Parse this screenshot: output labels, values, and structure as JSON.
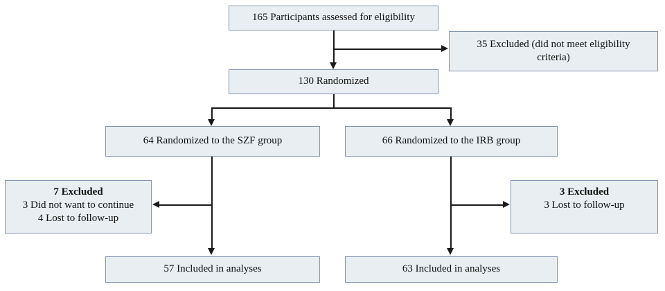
{
  "diagram": {
    "title": "CONSORT participant flow diagram",
    "colors": {
      "node_fill": "#e8eef2",
      "node_border": "#8494ae",
      "connector": "#1a1a1a",
      "text": "#101010",
      "background": "#ffffff"
    },
    "nodes": {
      "assessed": {
        "lines": [
          "165 Participants assessed for eligibility"
        ]
      },
      "excluded_screening": {
        "lines": [
          "35 Excluded (did not meet eligibility",
          "criteria)"
        ]
      },
      "randomized": {
        "lines": [
          "130 Randomized"
        ]
      },
      "group_szf": {
        "lines": [
          "64 Randomized to the SZF group"
        ]
      },
      "group_irb": {
        "lines": [
          "66 Randomized to the IRB group"
        ]
      },
      "excluded_szf": {
        "lines": [
          "7 Excluded",
          "3 Did not want to continue",
          "4 Lost to follow-up"
        ],
        "bold_first_line": true
      },
      "excluded_irb": {
        "lines": [
          "3 Excluded",
          "3 Lost to follow-up"
        ],
        "bold_first_line": true
      },
      "analyzed_szf": {
        "lines": [
          "57 Included in analyses"
        ]
      },
      "analyzed_irb": {
        "lines": [
          "63 Included in analyses"
        ]
      }
    }
  }
}
